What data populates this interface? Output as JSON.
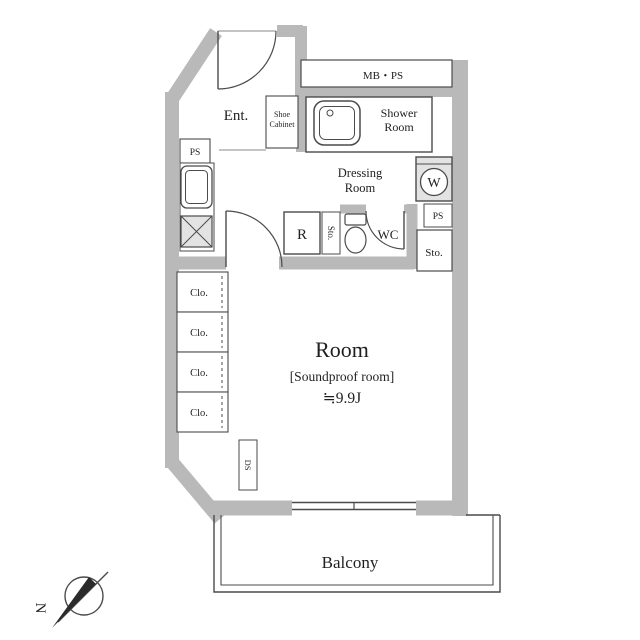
{
  "colors": {
    "wall": "#b9b9b9",
    "line": "#4b4b4b"
  },
  "labels": {
    "ent": "Ent.",
    "shoe_cabinet_1": "Shoe",
    "shoe_cabinet_2": "Cabinet",
    "mb_ps": "MB・PS",
    "ps_left": "PS",
    "ps_right": "PS",
    "shower_1": "Shower",
    "shower_2": "Room",
    "dressing_1": "Dressing",
    "dressing_2": "Room",
    "wc": "WC",
    "refrigerator": "R",
    "sto_small": "Sto.",
    "sto_right": "Sto.",
    "washer": "W",
    "clo": [
      "Clo.",
      "Clo.",
      "Clo.",
      "Clo."
    ],
    "ds": "DS",
    "room_title": "Room",
    "room_sub": "[Soundproof room]",
    "room_area": "≒9.9J",
    "balcony": "Balcony",
    "north": "N"
  }
}
